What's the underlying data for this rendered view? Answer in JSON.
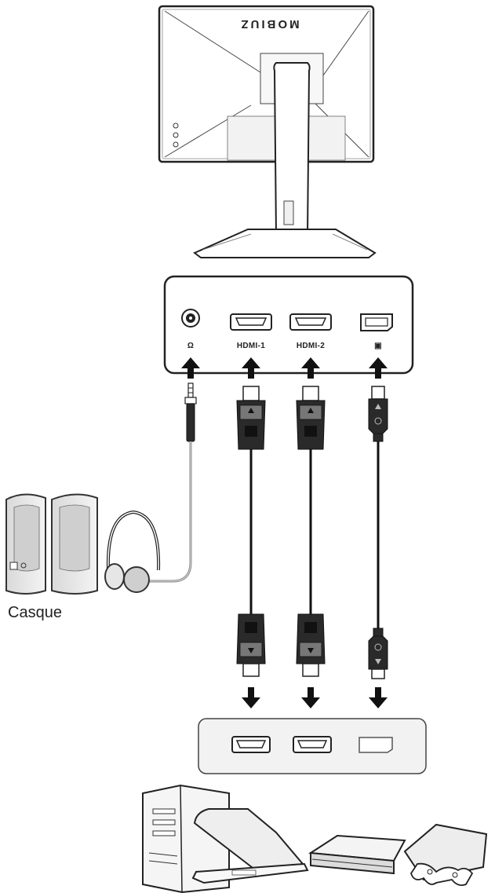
{
  "monitor": {
    "brand_text": "MOBIUZ"
  },
  "monitor_panel": {
    "ports": [
      {
        "id": "headphone",
        "label": "Ω",
        "icon": "headphone-jack-icon"
      },
      {
        "id": "hdmi1",
        "label": "HDMI-1",
        "icon": "hdmi-port-icon"
      },
      {
        "id": "hdmi2",
        "label": "HDMI-2",
        "icon": "hdmi-port-icon"
      },
      {
        "id": "dp",
        "label": "▣",
        "icon": "displayport-icon"
      }
    ]
  },
  "audio_device": {
    "label": "Casque",
    "icons": [
      "speakers-icon",
      "headphones-icon"
    ]
  },
  "source_panel": {
    "ports": [
      "hdmi-port-icon",
      "hdmi-port-icon",
      "displayport-icon"
    ]
  },
  "source_devices": {
    "icons": [
      "desktop-pc-icon",
      "laptop-icon",
      "game-console-icon",
      "gamepad-icon"
    ]
  },
  "colors": {
    "line": "#222222",
    "panel_fill": "#f2f2f2",
    "device_fill": "#e6e6e6"
  }
}
